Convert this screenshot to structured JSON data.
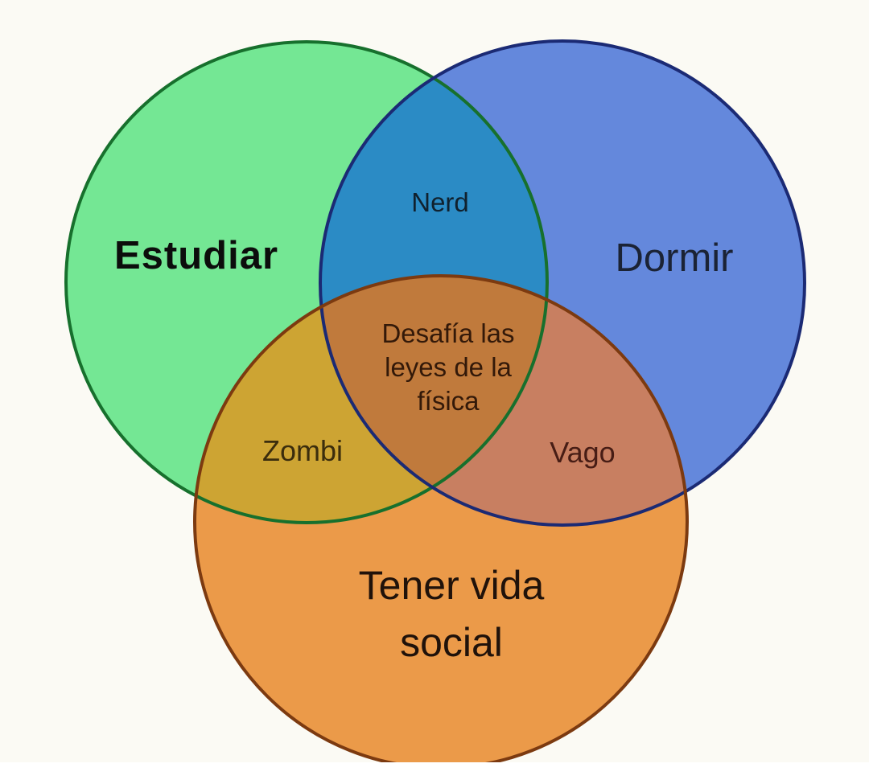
{
  "diagram": {
    "background_color": "#fbfaf4",
    "sets": {
      "estudiar": {
        "label": "Estudiar",
        "fill": "#74e794",
        "stroke": "#17702d"
      },
      "dormir": {
        "label": "Dormir",
        "fill": "#6488dc",
        "stroke": "#1b2a74"
      },
      "social": {
        "label": "Tener vida social",
        "fill": "#eb9a49",
        "stroke": "#7c3a10"
      }
    },
    "overlaps": {
      "nerd": {
        "label": "Nerd",
        "sets": "Estudiar + Dormir",
        "fill": "#2b8bc5"
      },
      "zombi": {
        "label": "Zombi",
        "sets": "Estudiar + Tener vida social",
        "fill": "#cda433"
      },
      "vago": {
        "label": "Vago",
        "sets": "Dormir + Tener vida social",
        "fill": "#c87f61"
      },
      "center": {
        "label": "Desafía las leyes de la física",
        "sets": "Estudiar + Dormir + Tener vida social",
        "fill": "#c07a3c"
      }
    }
  }
}
